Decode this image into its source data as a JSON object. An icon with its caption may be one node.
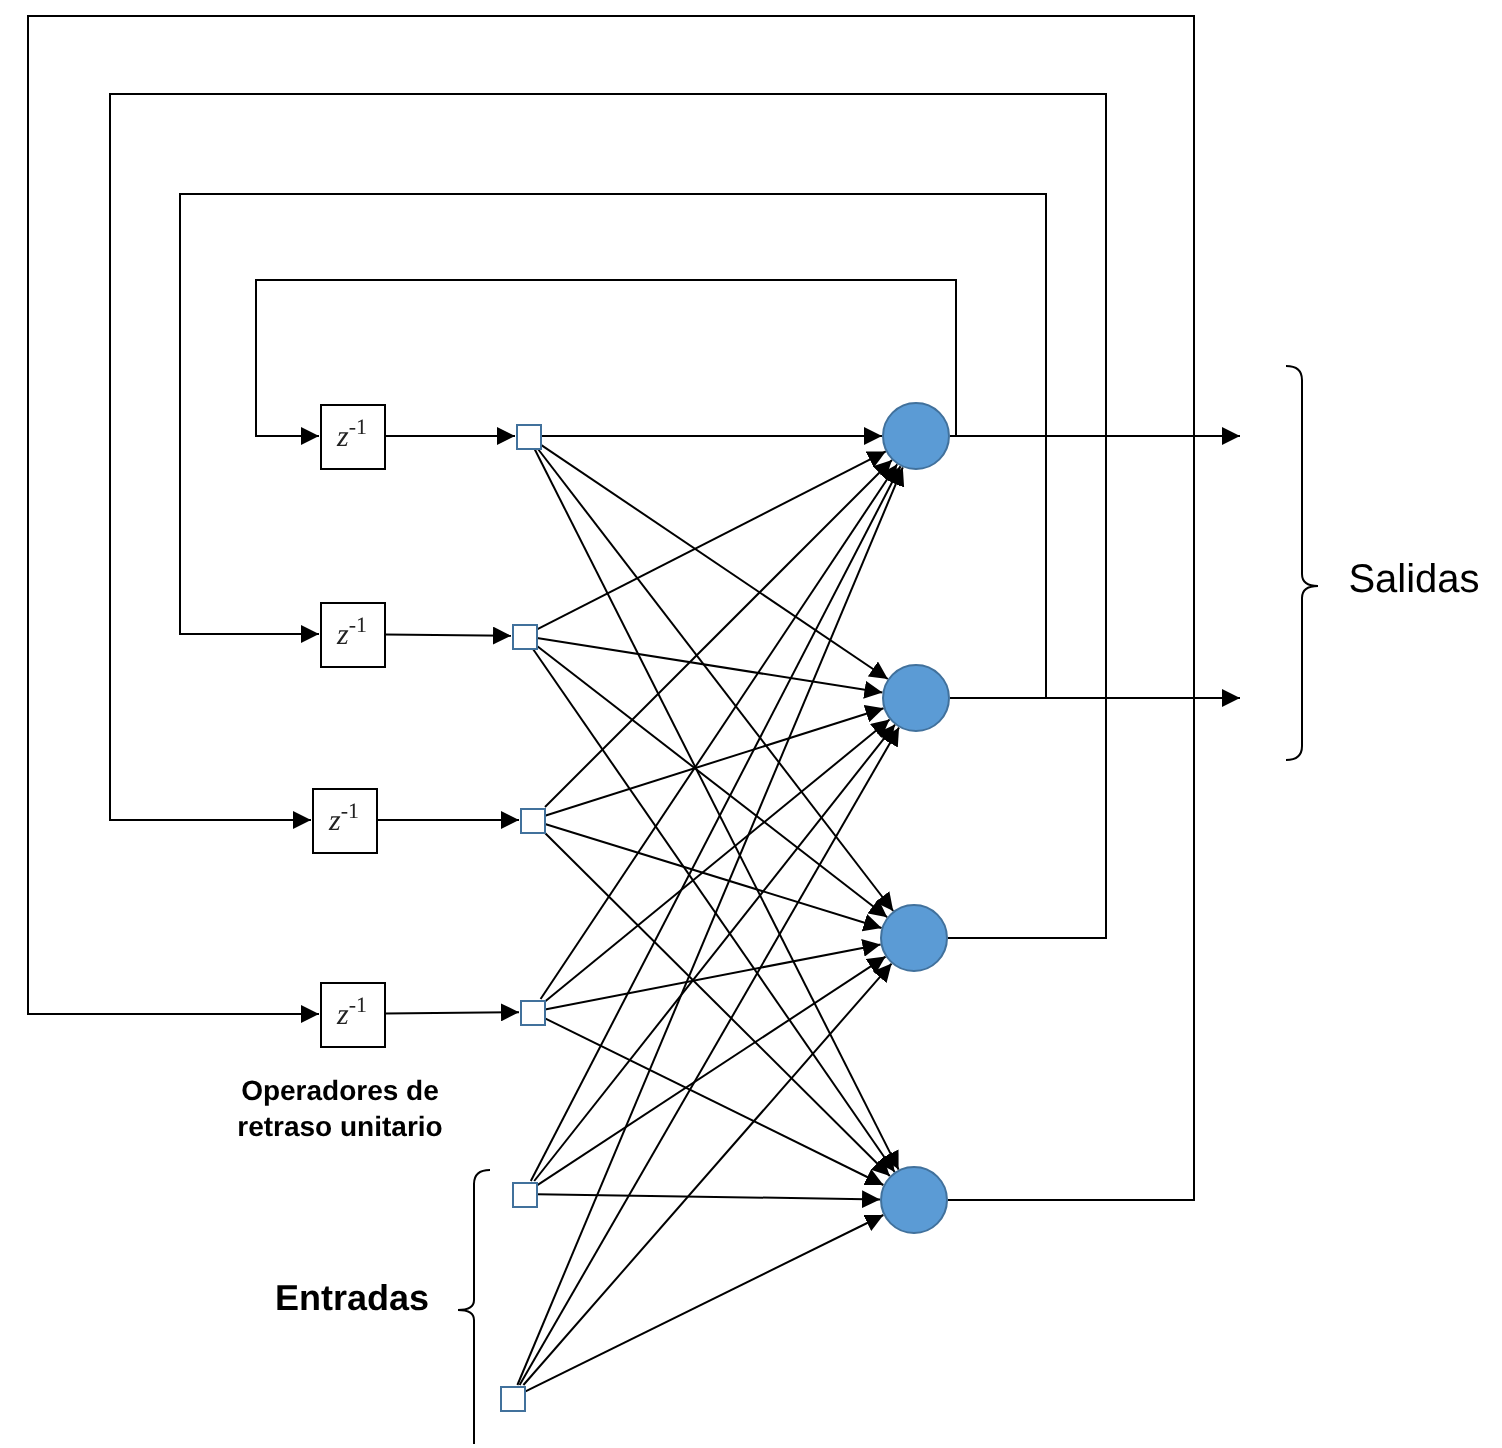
{
  "diagram": {
    "nodes": [
      {
        "text": [
          "*z*$^{-1}$"
        ]
      },
      {
        "text": [
          "*z*$^{-1}$"
        ]
      },
      {
        "text": [
          "*z*$^{-1}$"
        ]
      },
      {
        "text": [
          "*z*$^{-1}$"
        ]
      },
      {
        "text": [],
        "shape": "box"
      },
      {
        "text": [],
        "shape": "box"
      },
      {
        "text": [],
        "shape": "box"
      },
      {
        "text": [],
        "shape": "box"
      },
      {
        "text": [],
        "shape": "box"
      },
      {
        "text": [],
        "shape": "box"
      },
      {
        "text": [],
        "shape": "circle"
      },
      {
        "text": [],
        "shape": "circle"
      },
      {
        "text": [],
        "shape": "circle"
      },
      {
        "text": [],
        "shape": "circle"
      }
    ],
    "edges": [
      {
        "from": 0,
        "to": 4,
        "arrow": "to"
      },
      {
        "from": 1,
        "to": 5,
        "arrow": "to"
      },
      {
        "from": 2,
        "to": 6,
        "arrow": "to"
      },
      {
        "from": 3,
        "to": 7,
        "arrow": "to"
      },
      {
        "from": 4,
        "to": 10,
        "arrow": "to"
      },
      {
        "from": 4,
        "to": 11,
        "arrow": "to"
      },
      {
        "from": 4,
        "to": 12,
        "arrow": "to"
      },
      {
        "from": 4,
        "to": 13,
        "arrow": "to"
      },
      {
        "from": 5,
        "to": 10,
        "arrow": "to"
      },
      {
        "from": 5,
        "to": 11,
        "arrow": "to"
      },
      {
        "from": 5,
        "to": 12,
        "arrow": "to"
      },
      {
        "from": 5,
        "to": 13,
        "arrow": "to"
      },
      {
        "from": 6,
        "to": 10,
        "arrow": "to"
      },
      {
        "from": 6,
        "to": 11,
        "arrow": "to"
      },
      {
        "from": 6,
        "to": 12,
        "arrow": "to"
      },
      {
        "from": 6,
        "to": 13,
        "arrow": "to"
      },
      {
        "from": 7,
        "to": 10,
        "arrow": "to"
      },
      {
        "from": 7,
        "to": 11,
        "arrow": "to"
      },
      {
        "from": 7,
        "to": 12,
        "arrow": "to"
      },
      {
        "from": 7,
        "to": 13,
        "arrow": "to"
      },
      {
        "from": 8,
        "to": 10,
        "arrow": "to"
      },
      {
        "from": 8,
        "to": 11,
        "arrow": "to"
      },
      {
        "from": 8,
        "to": 12,
        "arrow": "to"
      },
      {
        "from": 8,
        "to": 13,
        "arrow": "to"
      },
      {
        "from": 9,
        "to": 10,
        "arrow": "to"
      },
      {
        "from": 9,
        "to": 11,
        "arrow": "to"
      },
      {
        "from": 9,
        "to": 12,
        "arrow": "to"
      },
      {
        "from": 9,
        "to": 13,
        "arrow": "to"
      },
      {
        "from": 10,
        "to": null,
        "arrow": "to"
      },
      {
        "from": 11,
        "to": null,
        "arrow": "to"
      },
      {
        "from": 10,
        "to": 0,
        "arrow": "to"
      },
      {
        "from": 11,
        "to": 1,
        "arrow": "to"
      },
      {
        "from": 12,
        "to": 2,
        "arrow": "to"
      },
      {
        "from": 13,
        "to": 3,
        "arrow": "to"
      }
    ],
    "labels": [
      "Salidas",
      "Operadores de retraso unitario",
      "Entradas"
    ]
  }
}
